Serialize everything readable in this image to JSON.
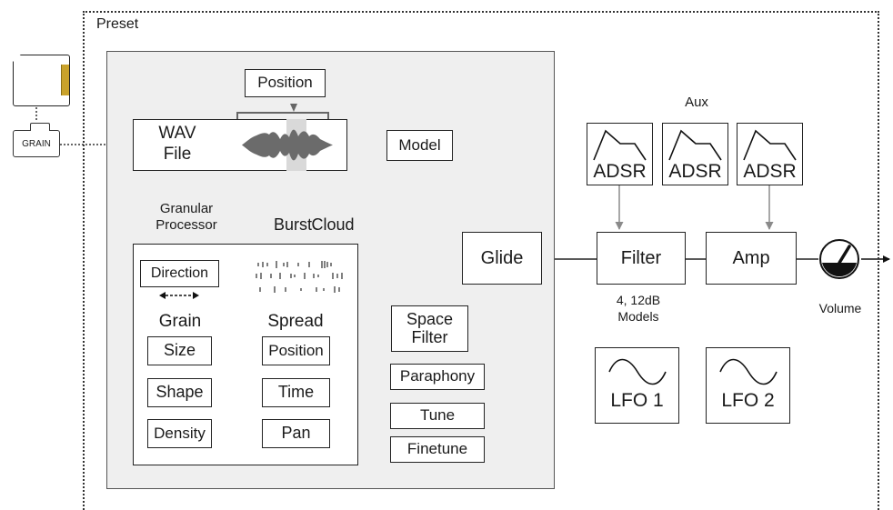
{
  "preset": {
    "title": "Preset"
  },
  "storage": {
    "folder_label": "GRAIN",
    "card_icon": "sd-card-icon"
  },
  "wav": {
    "label_line1": "WAV",
    "label_line2": "File",
    "position_label": "Position"
  },
  "model": {
    "label": "Model"
  },
  "granular": {
    "title_line1": "Granular",
    "title_line2": "Processor",
    "burst_label": "Burst",
    "cloud_label": "Cloud",
    "direction_label": "Direction",
    "grain_heading": "Grain",
    "spread_heading": "Spread",
    "grain_params": [
      "Size",
      "Shape",
      "Density"
    ],
    "spread_params": [
      "Position",
      "Time",
      "Pan"
    ]
  },
  "space_filter": {
    "line1": "Space",
    "line2": "Filter"
  },
  "side_params": [
    "Paraphony",
    "Tune",
    "Finetune"
  ],
  "glide": {
    "label": "Glide"
  },
  "filter": {
    "label": "Filter",
    "note_line1": "4, 12dB",
    "note_line2": "Models"
  },
  "amp": {
    "label": "Amp"
  },
  "aux": {
    "label": "Aux"
  },
  "envelopes": [
    "ADSR",
    "ADSR",
    "ADSR"
  ],
  "lfos": [
    "LFO 1",
    "LFO 2"
  ],
  "volume": {
    "label": "Volume",
    "icon": "volume-knob-icon"
  },
  "colors": {
    "line": "#222222",
    "panel": "#efefef",
    "gray_arrow": "#8a8a8a",
    "sd_gold": "#c9a22b"
  }
}
